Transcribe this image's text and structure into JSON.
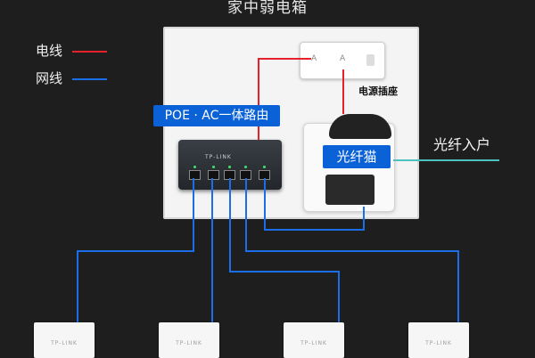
{
  "title": "家中弱电箱",
  "legend": [
    {
      "label": "电线",
      "color": "#e52229"
    },
    {
      "label": "网线",
      "color": "#1a6ee8"
    }
  ],
  "socket": {
    "label": "电源插座",
    "icons": [
      "A",
      "A"
    ]
  },
  "router": {
    "label": "POE · AC一体路由",
    "brand": "TP-LINK"
  },
  "modem": {
    "label": "光纤猫"
  },
  "fiber": {
    "label": "光纤入户",
    "color": "#4cc3c0"
  },
  "aps": [
    {
      "brand": "TP-LINK"
    },
    {
      "brand": "TP-LINK"
    },
    {
      "brand": "TP-LINK"
    },
    {
      "brand": "TP-LINK"
    }
  ],
  "colors": {
    "accent": "#0b62d6",
    "background": "#1e1e1e"
  }
}
